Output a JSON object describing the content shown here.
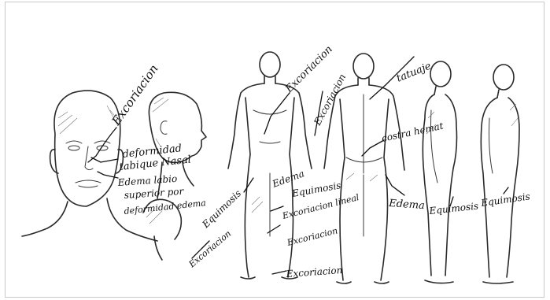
{
  "annotations": {
    "excoriacion_face": "Excoriacion",
    "deformidad": "deformidad",
    "tabique_nasal": "tabique Nasal",
    "edema_labio": "Edema labio",
    "superior_por": "superior por",
    "deformidad_edema": "deformidad edema",
    "excoriacion_chest": "Excoriacion",
    "excoriacion_back": "Excoriacion",
    "tatuaje": "tatuaje",
    "costra_hemat": "costra hemat",
    "edema": "Edema",
    "equimosis_front": "Equimosis",
    "equimosis_thigh": "Equimosis",
    "excoriacion_lineal": "Excoriacion lineal",
    "excoriacion_knee": "Excoriacion",
    "excoriacion_neck": "Excoriacion",
    "excoriacion_foot": "Excoriacion",
    "equimosis_side": "Equimosis",
    "equimosis_right": "Equimosis",
    "edema_back": "Edema"
  }
}
